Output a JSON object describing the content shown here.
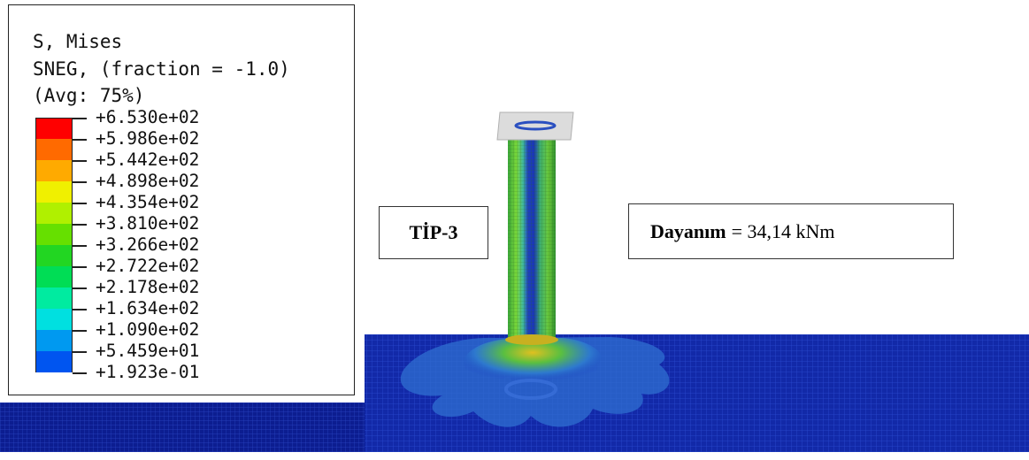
{
  "legend": {
    "title_lines": [
      "S, Mises",
      "SNEG, (fraction = -1.0)",
      "(Avg: 75%)"
    ],
    "values": [
      "+6.530e+02",
      "+5.986e+02",
      "+5.442e+02",
      "+4.898e+02",
      "+4.354e+02",
      "+3.810e+02",
      "+3.266e+02",
      "+2.722e+02",
      "+2.178e+02",
      "+1.634e+02",
      "+1.090e+02",
      "+5.459e+01",
      "+1.923e-01"
    ],
    "colors": [
      "#ff0000",
      "#ff6a00",
      "#ffaa00",
      "#f0f000",
      "#b0f000",
      "#66e000",
      "#22d622",
      "#00dd55",
      "#00eba0",
      "#00e0e0",
      "#0099f0",
      "#0055f0",
      "#1010ff"
    ]
  },
  "labels": {
    "type_label": "TİP-3",
    "resistance_key": "Dayanım",
    "resistance_rest": "= 34,14 kNm"
  },
  "palette": {
    "plate_dark": "#0a1a8a",
    "plate_mid": "#1433b0",
    "plate_line": "#3355cc",
    "column_green": "#4cbf2a",
    "column_blue": "#1f3fbf",
    "top_plate": "#dcdcdc"
  }
}
